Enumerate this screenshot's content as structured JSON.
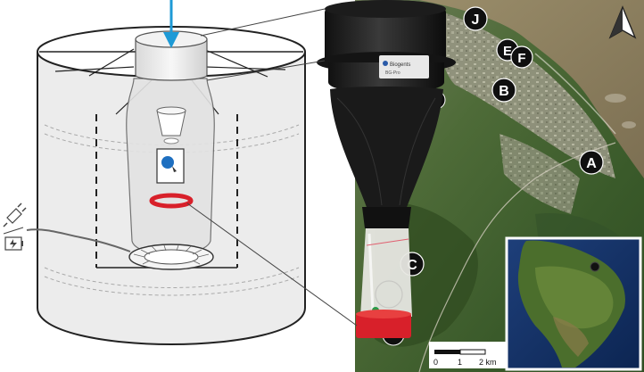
{
  "map": {
    "sites": [
      {
        "label": "J"
      },
      {
        "label": "E"
      },
      {
        "label": "F"
      },
      {
        "label": "B"
      },
      {
        "label": "A"
      },
      {
        "label": "C"
      }
    ],
    "scale_bar": {
      "ticks": [
        "0",
        "1",
        "2 km"
      ]
    },
    "north_arrow": "north-arrow-icon"
  },
  "trap": {
    "device_text": [
      "Biogents",
      "BG-Pro"
    ],
    "icons": [
      "power-plug-icon",
      "battery-icon"
    ]
  },
  "colors": {
    "airflow_arrow": "#1e9ad6",
    "ring": "#d8202a",
    "marker": "#1e6fc0",
    "site_fill": "#0f0f0f",
    "water": "#8a7c5e",
    "forest": "#3d5a2a"
  }
}
